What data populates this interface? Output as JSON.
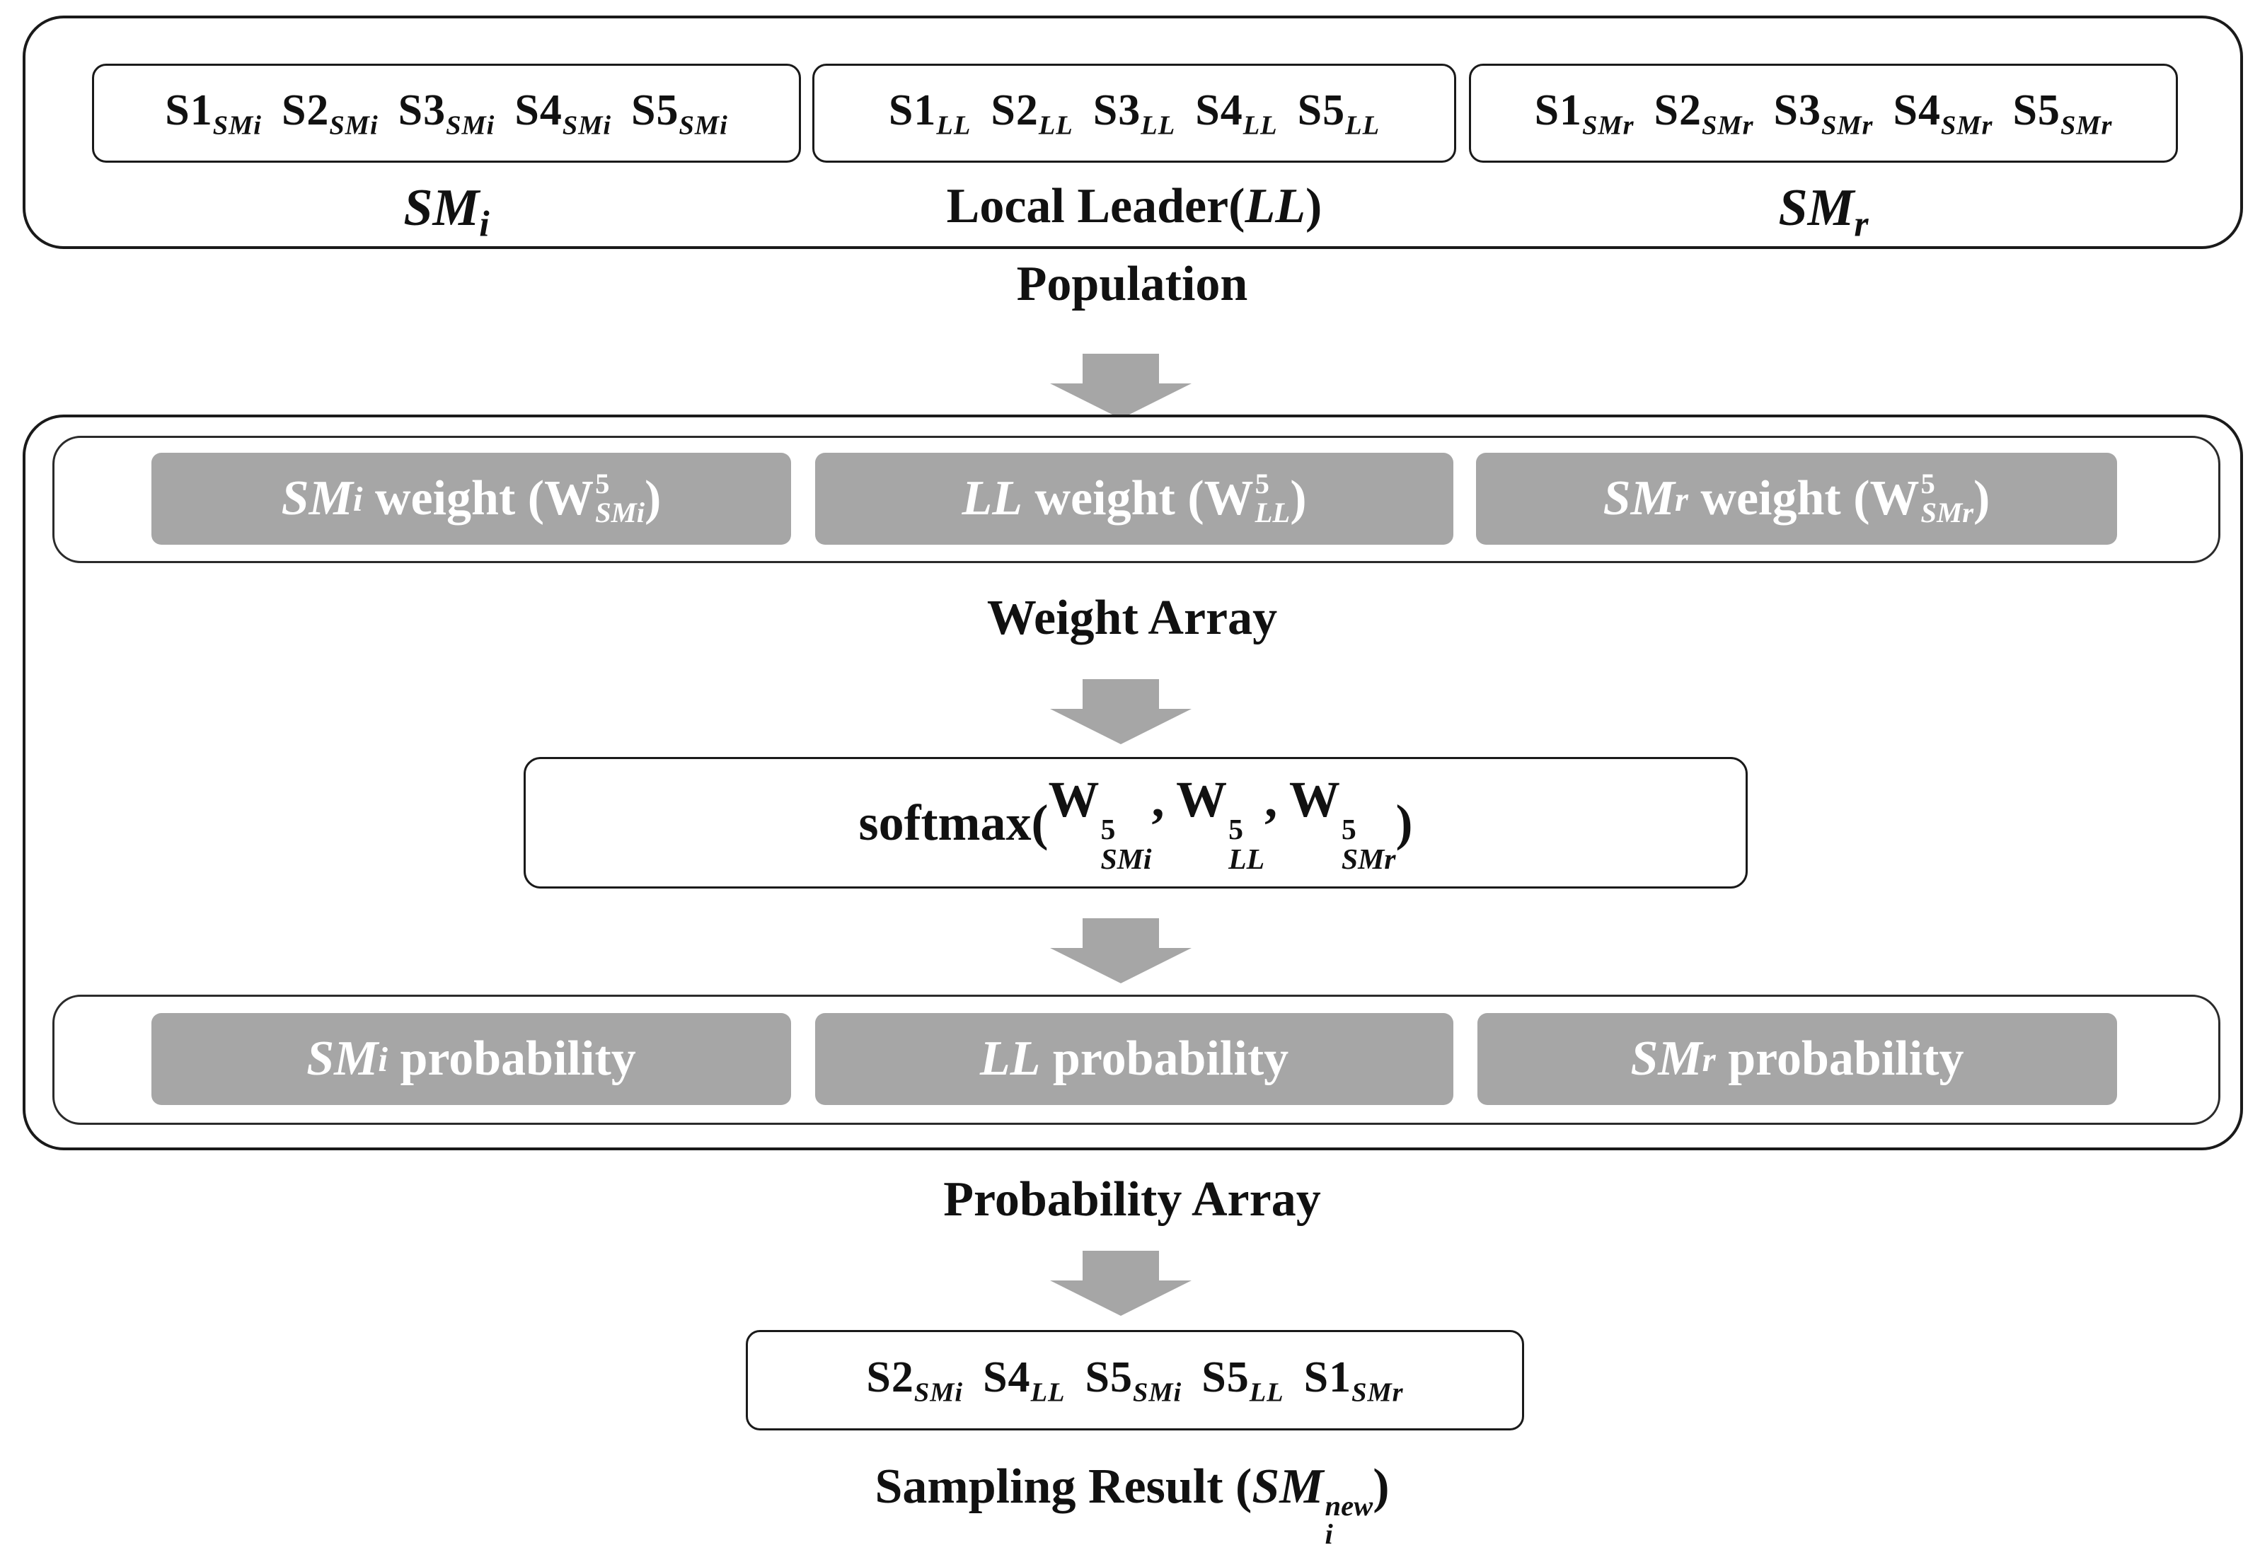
{
  "population": {
    "smi_items": [
      {
        "base": "S1",
        "sub": "SMi"
      },
      {
        "base": "S2",
        "sub": "SMi"
      },
      {
        "base": "S3",
        "sub": "SMi"
      },
      {
        "base": "S4",
        "sub": "SMi"
      },
      {
        "base": "S5",
        "sub": "SMi"
      }
    ],
    "ll_items": [
      {
        "base": "S1",
        "sub": "LL"
      },
      {
        "base": "S2",
        "sub": "LL"
      },
      {
        "base": "S3",
        "sub": "LL"
      },
      {
        "base": "S4",
        "sub": "LL"
      },
      {
        "base": "S5",
        "sub": "LL"
      }
    ],
    "smr_items": [
      {
        "base": "S1",
        "sub": "SMr"
      },
      {
        "base": "S2",
        "sub": "SMr"
      },
      {
        "base": "S3",
        "sub": "SMr"
      },
      {
        "base": "S4",
        "sub": "SMr"
      },
      {
        "base": "S5",
        "sub": "SMr"
      }
    ],
    "smi_label": "SM",
    "smi_label_sub": "i",
    "ll_label_text": "Local Leader(",
    "ll_label_it": "LL",
    "ll_label_close": ")",
    "smr_label": "SM",
    "smr_label_sub": "r",
    "title": "Population"
  },
  "weights": {
    "smi_name": "SM",
    "smi_sub": "i",
    "ll_name": "LL",
    "smr_name": "SM",
    "smr_sub": "r",
    "word": "weight",
    "w": "W",
    "sup": "5",
    "smi_w_sub": "SMi",
    "ll_w_sub": "LL",
    "smr_w_sub": "SMr",
    "title": "Weight Array"
  },
  "softmax": {
    "func": "softmax",
    "w": "W",
    "sup": "5",
    "args": [
      "SMi",
      "LL",
      "SMr"
    ]
  },
  "probabilities": {
    "word": "probability",
    "smi_name": "SM",
    "smi_sub": "i",
    "ll_name": "LL",
    "smr_name": "SM",
    "smr_sub": "r",
    "title": "Probability Array"
  },
  "result": {
    "items": [
      {
        "base": "S2",
        "sub": "SMi"
      },
      {
        "base": "S4",
        "sub": "LL"
      },
      {
        "base": "S5",
        "sub": "SMi"
      },
      {
        "base": "S5",
        "sub": "LL"
      },
      {
        "base": "S1",
        "sub": "SMr"
      }
    ],
    "title_text": "Sampling Result (",
    "title_name": "SM",
    "title_sub": "i",
    "title_sup": "new",
    "title_close": ")"
  },
  "colors": {
    "arrow": "#a6a6a6",
    "gray_box": "#a6a6a6",
    "border": "#1a1a1a"
  }
}
